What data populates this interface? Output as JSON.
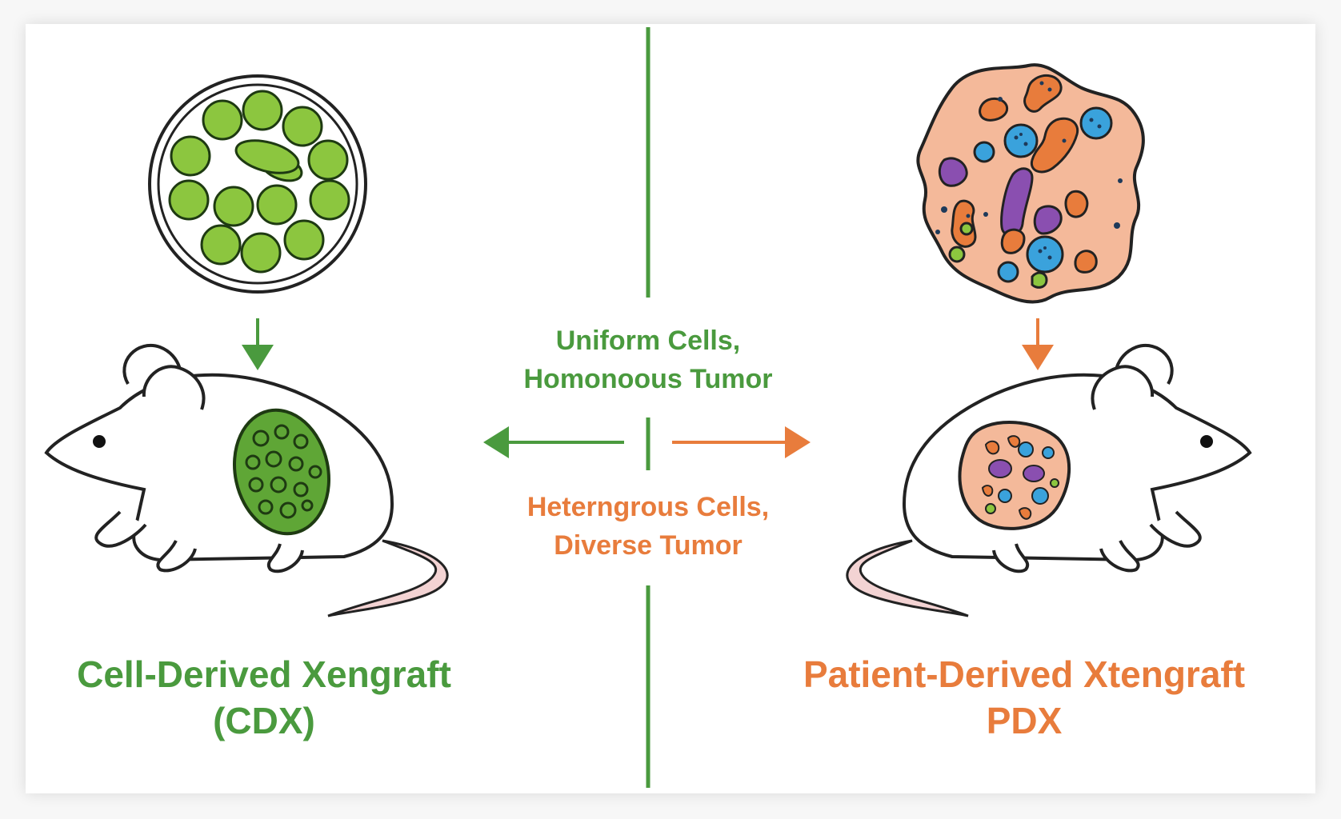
{
  "colors": {
    "green": "#4a9a3e",
    "orange": "#e87c3c",
    "cell_green": "#8cc63f",
    "stroma": "#f4b99a",
    "purple": "#8a4fb0",
    "blue": "#3aa2dc",
    "tail": "#f3d3d3"
  },
  "icons": {
    "culture_dish": "petri-dish-icon",
    "patient_tissue": "tumor-tissue-icon",
    "left_mouse": "mouse-icon",
    "right_mouse": "mouse-icon"
  },
  "center": {
    "top_line1": "Uniform Cells,",
    "top_line2": "Homonoous Tumor",
    "bottom_line1": "Heterngrous Cells,",
    "bottom_line2": "Diverse Tumor"
  },
  "left": {
    "title_line1": "Cell-Derived Xengraft",
    "title_line2": "(CDX)"
  },
  "right": {
    "title_line1": "Patient-Derived Xtengraft",
    "title_line2": "PDX"
  }
}
